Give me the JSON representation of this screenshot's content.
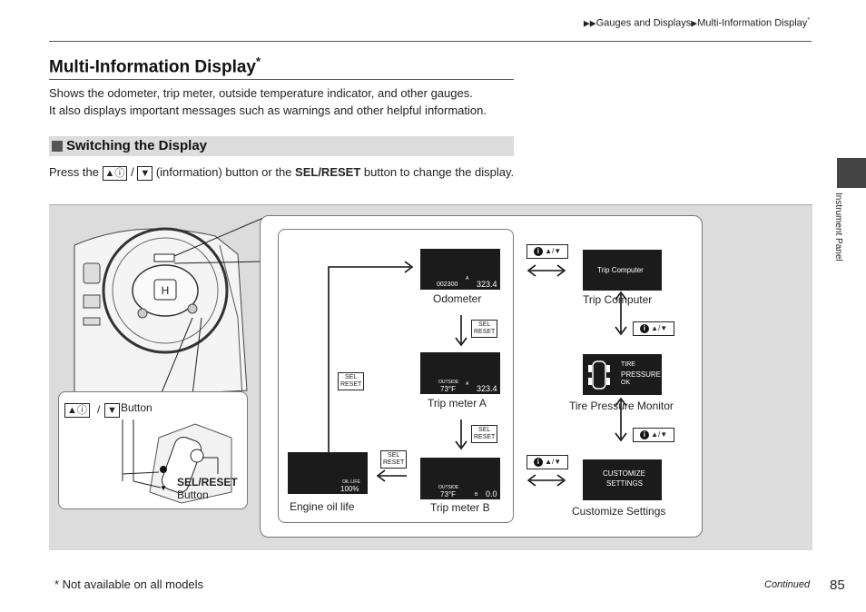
{
  "breadcrumb": {
    "part1": "Gauges and Displays",
    "part2": "Multi-Information Display",
    "mark": "*"
  },
  "page_title": {
    "text": "Multi-Information Display",
    "mark": "*"
  },
  "intro": {
    "line1": "Shows the odometer, trip meter, outside temperature indicator, and other gauges.",
    "line2": "It also displays important messages such as warnings and other helpful information."
  },
  "section": {
    "title": "Switching the Display"
  },
  "instruction": {
    "press": "Press the",
    "slash": "/",
    "middle": "(information) button or the",
    "bold": "SEL/RESET",
    "end": "button to change the display."
  },
  "side_tab": {
    "label": "Instrument Panel"
  },
  "figure": {
    "info_button_label": "Button",
    "sel_reset_label": "SEL/RESET",
    "sel_reset_sub": "Button",
    "sel_key_line1": "SEL",
    "sel_key_line2": "RESET",
    "info_key": "▲/▼",
    "odometer": {
      "caption": "Odometer",
      "screen_main": "002300",
      "screen_sub": "323.4",
      "screen_mark": "A"
    },
    "trip_a": {
      "caption": "Trip meter A",
      "screen_top": "OUTSIDE",
      "screen_temp": "73°F",
      "screen_sub": "323.4",
      "screen_mark": "A"
    },
    "trip_b": {
      "caption": "Trip meter B",
      "screen_top": "OUTSIDE",
      "screen_temp": "73°F",
      "screen_sub": "0.0",
      "screen_mark": "B"
    },
    "engine_oil": {
      "caption": "Engine oil life",
      "screen_top": "OIL LIFE",
      "screen_value": "100%"
    },
    "trip_computer": {
      "caption": "Trip Computer",
      "screen": "Trip Computer"
    },
    "tire_pressure": {
      "caption": "Tire Pressure Monitor",
      "screen_l1": "TIRE",
      "screen_l2": "PRESSURE",
      "screen_l3": "OK"
    },
    "customize": {
      "caption": "Customize Settings",
      "screen_l1": "CUSTOMIZE",
      "screen_l2": "SETTINGS"
    }
  },
  "footer": {
    "footnote": "* Not available on all models",
    "continued": "Continued",
    "page_number": "85"
  }
}
